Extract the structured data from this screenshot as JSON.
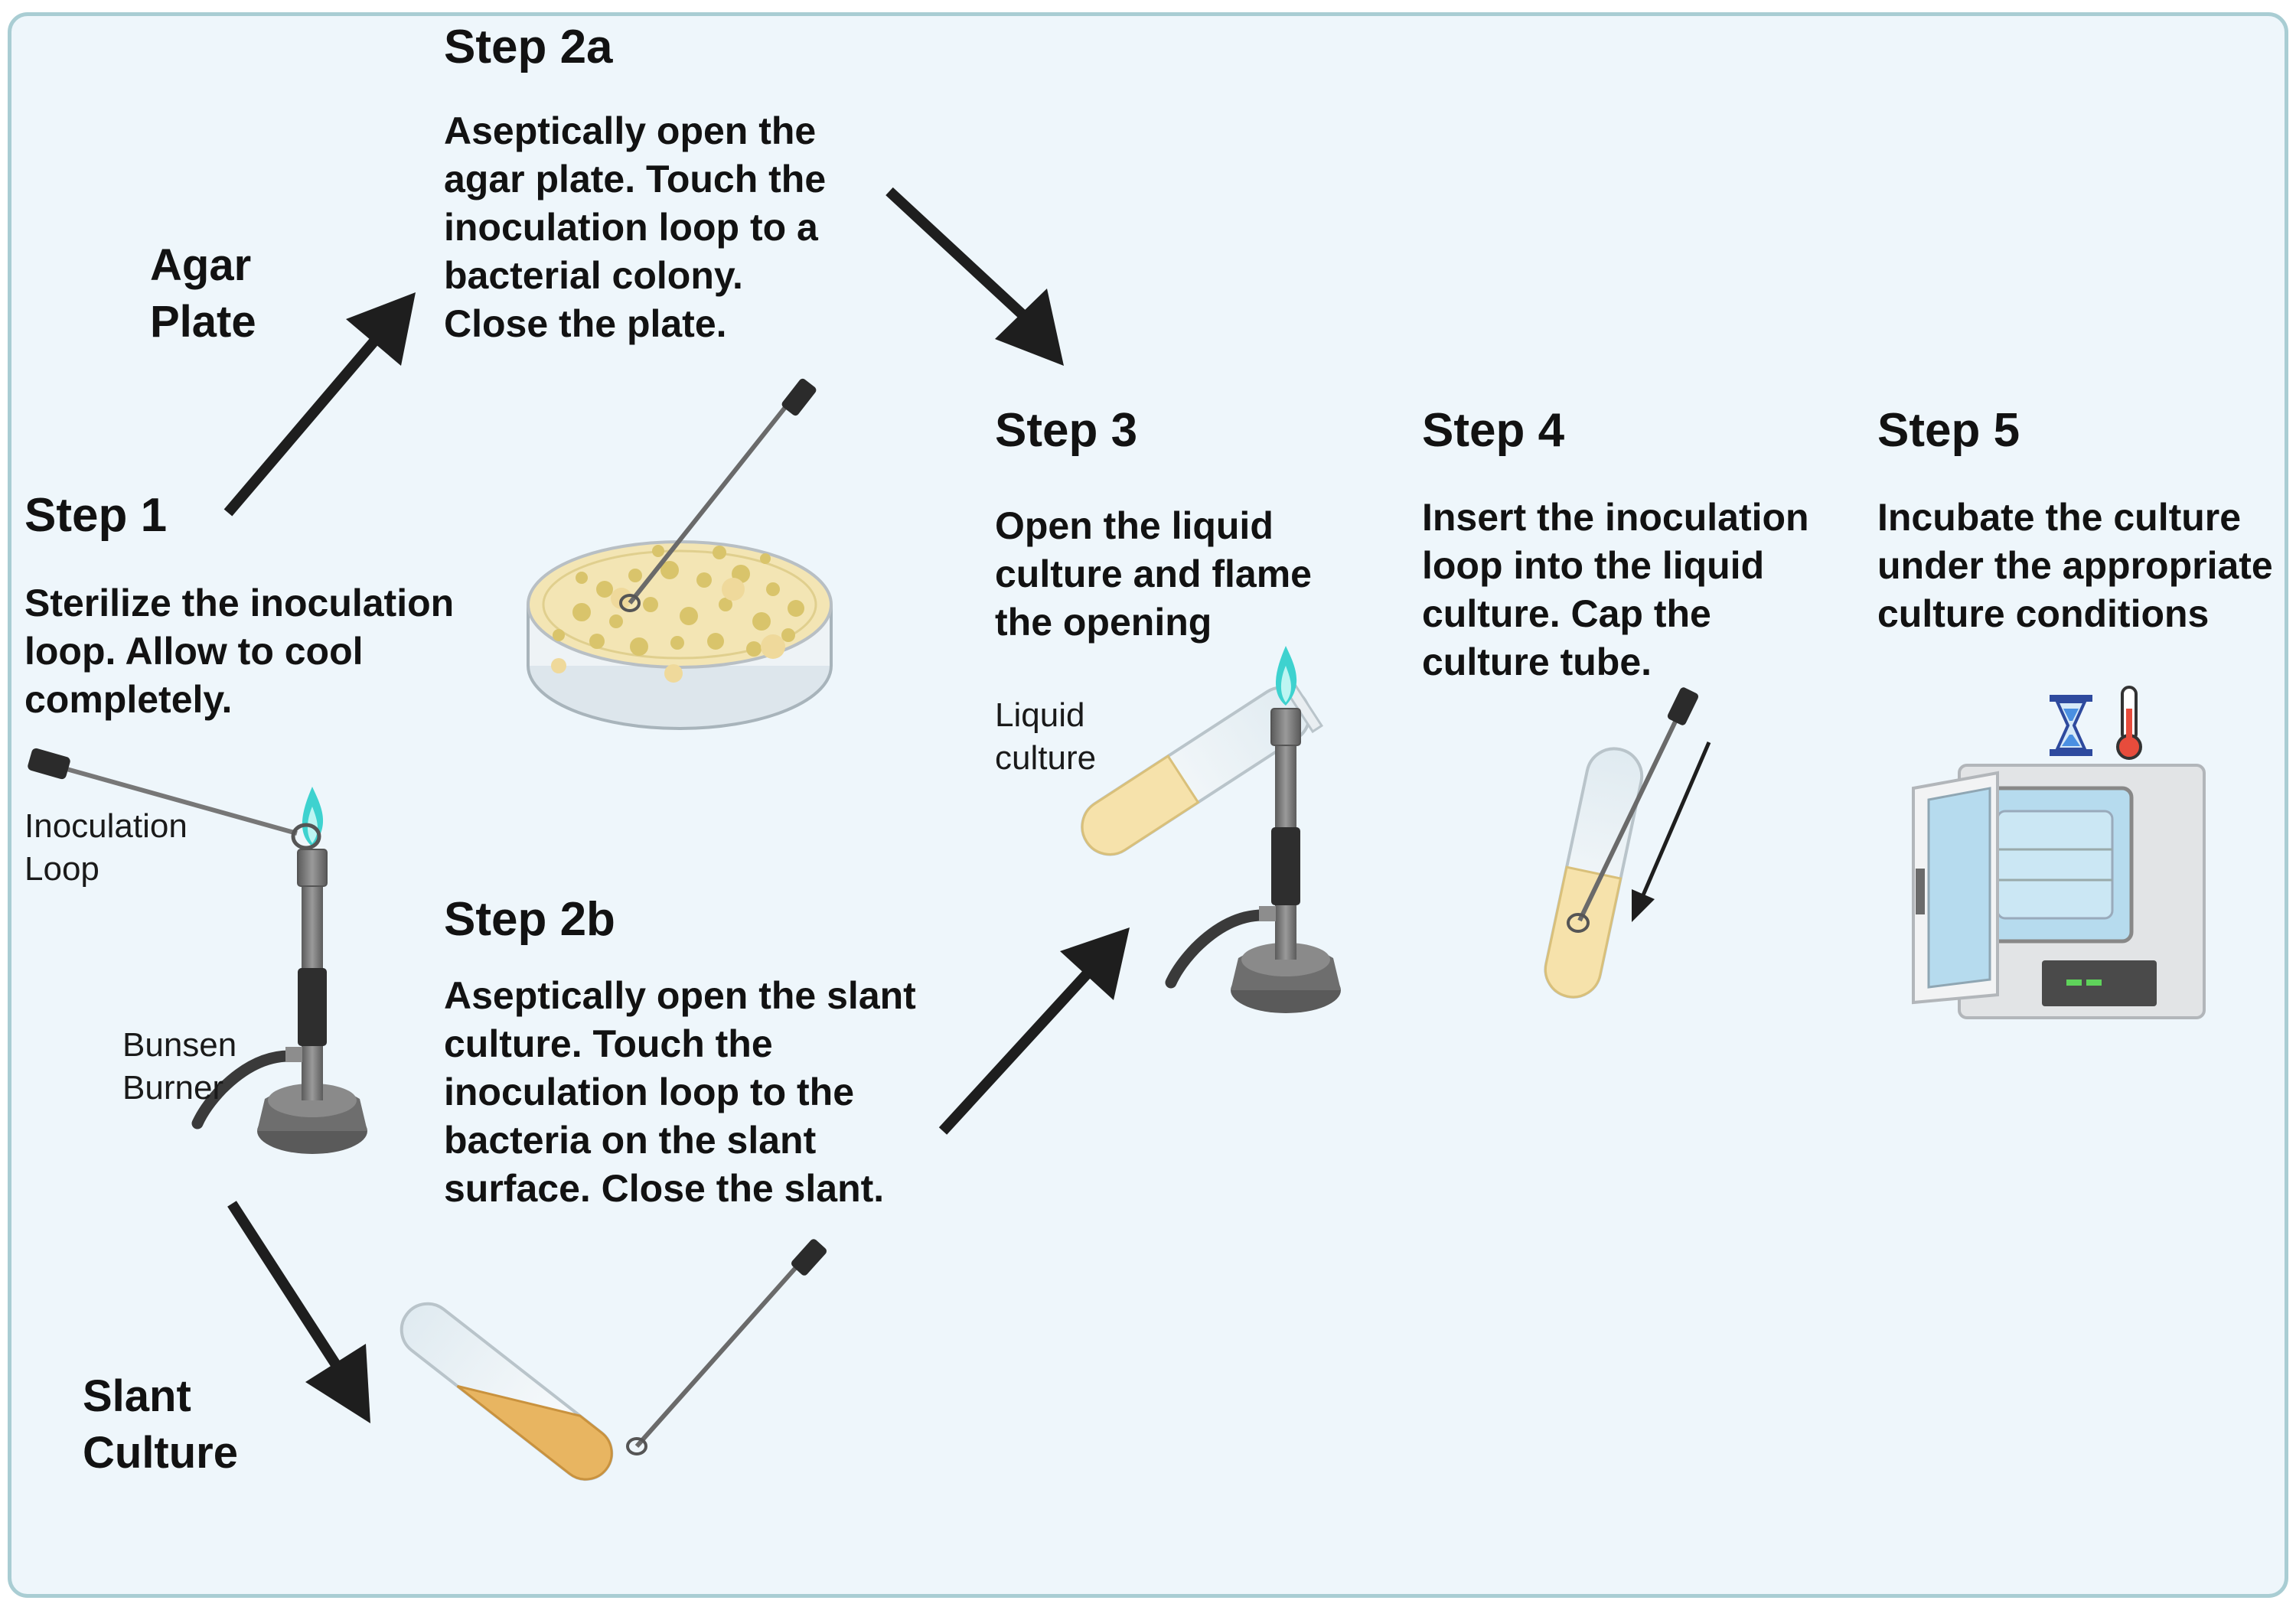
{
  "colors": {
    "panel_background": "#eef6fb",
    "panel_border": "#a9cdd3",
    "arrow": "#1e1e1e",
    "flame": "#3ed2cf",
    "agar": "#f3e5b4",
    "colony": "#d9c46b",
    "liquid": "#f6e2ab",
    "slant_medium": "#e8b561",
    "burner_metal": "#7c7c7c"
  },
  "icons": [
    "bunsen-burner-icon",
    "inoculation-loop-icon",
    "petri-dish-icon",
    "slant-tube-icon",
    "liquid-culture-tube-icon",
    "incubator-icon",
    "hourglass-icon",
    "thermometer-icon"
  ],
  "step1": {
    "title": "Step 1",
    "text_lines": [
      "Sterilize the inoculation",
      "loop. Allow to cool",
      "completely."
    ]
  },
  "step2a": {
    "title": "Step 2a",
    "text_lines": [
      "Aseptically open the",
      "agar plate. Touch the",
      "inoculation loop to a",
      "bacterial colony.",
      "Close the plate."
    ]
  },
  "step2b": {
    "title": "Step 2b",
    "text_lines": [
      "Aseptically open the slant",
      "culture. Touch the",
      "inoculation loop to the",
      "bacteria on the slant",
      "surface. Close the slant."
    ]
  },
  "step3": {
    "title": "Step 3",
    "text_lines": [
      "Open the liquid",
      "culture and flame",
      "the opening"
    ]
  },
  "step4": {
    "title": "Step 4",
    "text_lines": [
      "Insert the inoculation",
      "loop into the liquid",
      "culture. Cap the",
      "culture tube."
    ]
  },
  "step5": {
    "title": "Step 5",
    "text_lines": [
      "Incubate the culture",
      "under the appropriate",
      "culture conditions"
    ]
  },
  "branches": {
    "agar_plate": [
      "Agar",
      "Plate"
    ],
    "slant_culture": [
      "Slant",
      "Culture"
    ]
  },
  "labels": {
    "inoculation_loop": [
      "Inoculation",
      "Loop"
    ],
    "bunsen_burner": [
      "Bunsen",
      "Burner"
    ],
    "liquid_culture": [
      "Liquid",
      "culture"
    ]
  }
}
